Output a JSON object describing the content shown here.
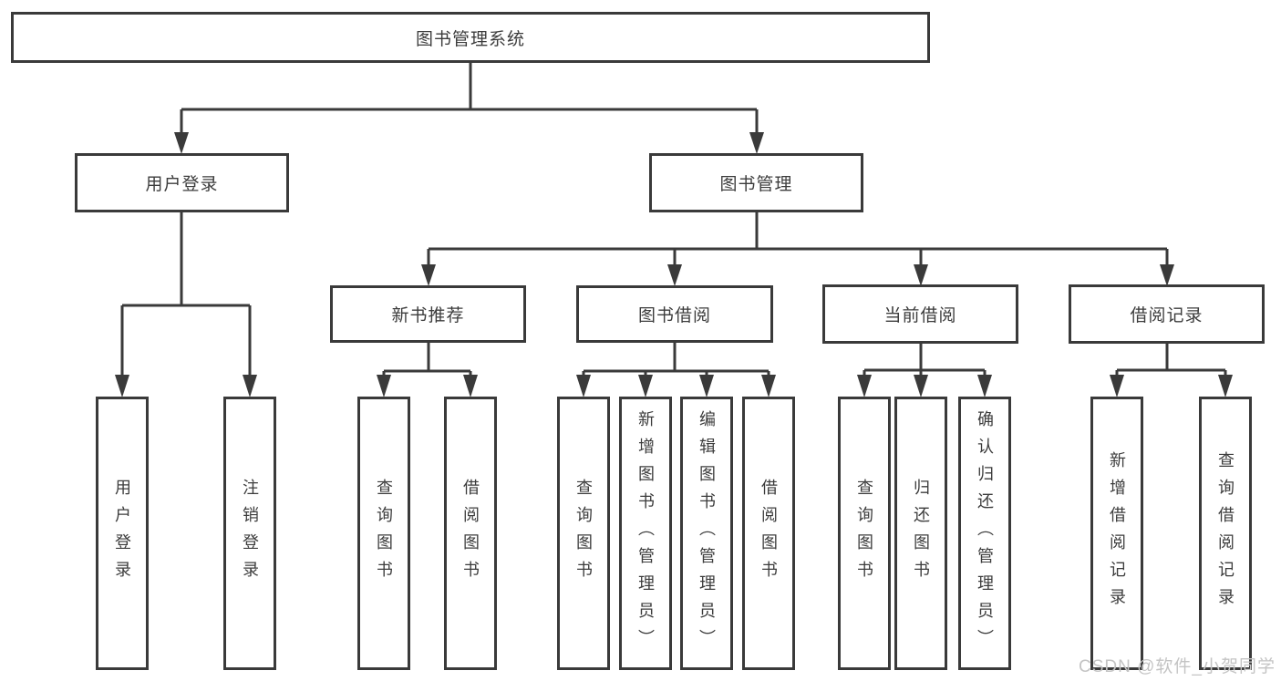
{
  "nodes": {
    "root": {
      "label": "图书管理系统"
    },
    "level2": {
      "user_login": {
        "label": "用户登录"
      },
      "book_mgmt": {
        "label": "图书管理"
      }
    },
    "level3": {
      "new_book": {
        "label": "新书推荐"
      },
      "book_borrow": {
        "label": "图书借阅"
      },
      "current_borrow": {
        "label": "当前借阅"
      },
      "borrow_record": {
        "label": "借阅记录"
      }
    },
    "leaves": {
      "user_login": {
        "label": "用户登录"
      },
      "logout": {
        "label": "注销登录"
      },
      "recommend_query_book": {
        "label": "查询图书"
      },
      "recommend_borrow_book": {
        "label": "借阅图书"
      },
      "borrow_query_book": {
        "label": "查询图书"
      },
      "borrow_add_book": {
        "label": "新增图书（管理员）"
      },
      "borrow_edit_book": {
        "label": "编辑图书（管理员）"
      },
      "borrow_borrow_book": {
        "label": "借阅图书"
      },
      "current_query_book": {
        "label": "查询图书"
      },
      "current_return_book": {
        "label": "归还图书"
      },
      "current_confirm_return": {
        "label": "确认归还（管理员）"
      },
      "record_add": {
        "label": "新增借阅记录"
      },
      "record_query": {
        "label": "查询借阅记录"
      }
    }
  },
  "watermark": {
    "text": "CSDN @软件_小贺同学"
  },
  "colors": {
    "line": "#3a3a3a",
    "text": "#3c3c3c",
    "watermark": "#c4c4c4",
    "background": "#ffffff"
  }
}
